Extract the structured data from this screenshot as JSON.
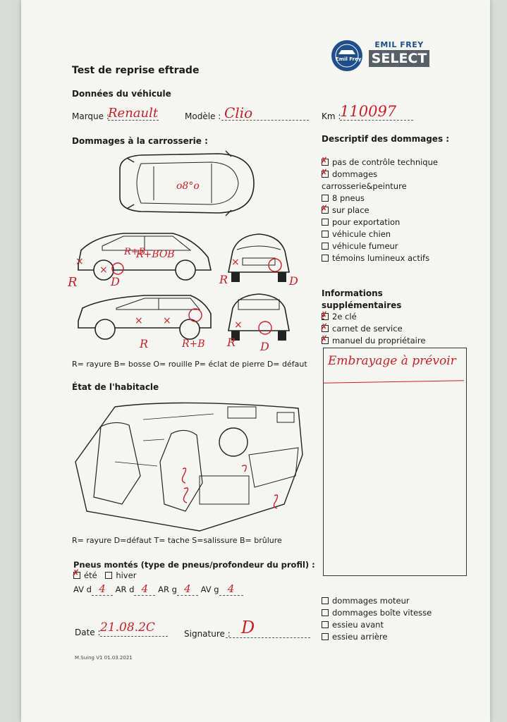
{
  "header": {
    "title": "Test de reprise eftrade",
    "logo_line1": "EMIL FREY",
    "logo_line2": "SELECT",
    "logo_badge": "Emil Frey"
  },
  "vehicle": {
    "section_label": "Données du véhicule",
    "brand_label": "Marque :",
    "brand_value": "Renault",
    "model_label": "Modèle :",
    "model_value": "Clio",
    "km_label": "Km :",
    "km_value": "110097"
  },
  "bodywork": {
    "section_label": "Dommages à la carrosserie :",
    "legend": "R= rayure B= bosse O= rouille P= éclat de pierre D= défaut",
    "marks": [
      "R",
      "D",
      "R+B",
      "R",
      "D",
      "R",
      "R+B",
      "R",
      "D"
    ]
  },
  "damage_description": {
    "label": "Descriptif des dommages :",
    "items": [
      {
        "label": "pas de contrôle technique",
        "checked": true
      },
      {
        "label": "dommages carrosserie&peinture",
        "checked": true
      },
      {
        "label": "8 pneus",
        "checked": false
      },
      {
        "label": "sur place",
        "checked": true
      },
      {
        "label": "pour exportation",
        "checked": false
      },
      {
        "label": "véhicule chien",
        "checked": false
      },
      {
        "label": "véhicule fumeur",
        "checked": false
      },
      {
        "label": "témoins lumineux actifs",
        "checked": false
      }
    ]
  },
  "additional_info": {
    "label": "Informations supplémentaires :",
    "items": [
      {
        "label": "2e clé",
        "checked": true
      },
      {
        "label": "carnet de service",
        "checked": true
      },
      {
        "label": "manuel du propriétaire",
        "checked": true
      }
    ],
    "notes": "Embrayage à prévoir"
  },
  "interior": {
    "section_label": "État de l'habitacle",
    "legend": "R= rayure D=défaut T= tache S=salissure B= brûlure"
  },
  "tires": {
    "label": "Pneus montés (type de pneus/profondeur du profil) :",
    "summer_label": "été",
    "winter_label": "hiver",
    "summer_checked": true,
    "av_d_label": "AV d",
    "av_d_value": "4",
    "ar_d_label": "AR d",
    "ar_d_value": "4",
    "ar_g_label": "AR g",
    "ar_g_value": "4",
    "av_g_label": "AV g",
    "av_g_value": "4"
  },
  "other_damage": {
    "items": [
      {
        "label": "dommages moteur",
        "checked": false
      },
      {
        "label": "dommages boîte vitesse",
        "checked": false
      },
      {
        "label": "essieu avant",
        "checked": false
      },
      {
        "label": "essieu arrière",
        "checked": false
      }
    ]
  },
  "footer": {
    "date_label": "Date :",
    "date_value": "21.08.2C",
    "signature_label": "Signature :",
    "signature_value": "D",
    "version": "M.Suing V1 01.03.2021"
  }
}
